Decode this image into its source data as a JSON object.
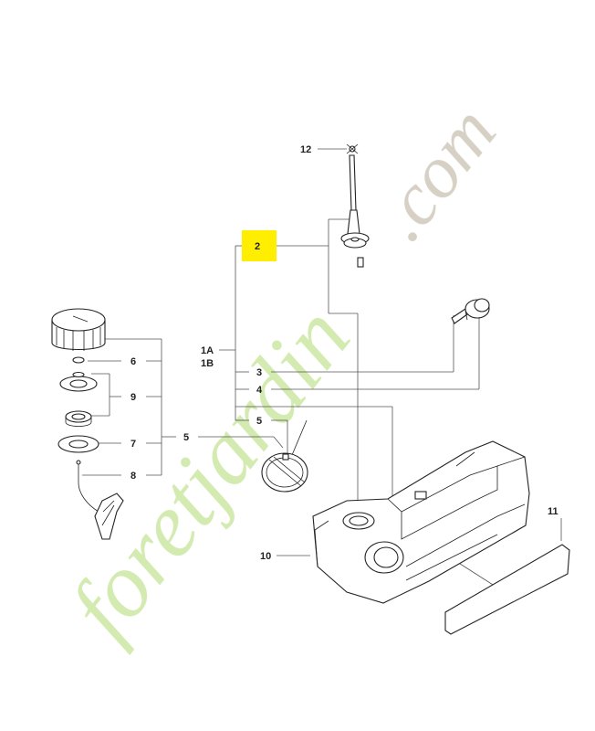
{
  "labels": {
    "p12": "12",
    "p2": "2",
    "p1a": "1A",
    "p1b": "1B",
    "p6": "6",
    "p9": "9",
    "p7": "7",
    "p8": "8",
    "p5a": "5",
    "p5b": "5",
    "p3": "3",
    "p4": "4",
    "p10": "10",
    "p11": "11"
  },
  "highlight_color": "#ffee00",
  "watermark": {
    "text": "foretjardin.com",
    "green": "#c8e6a0",
    "grey": "#cfc8bc"
  }
}
